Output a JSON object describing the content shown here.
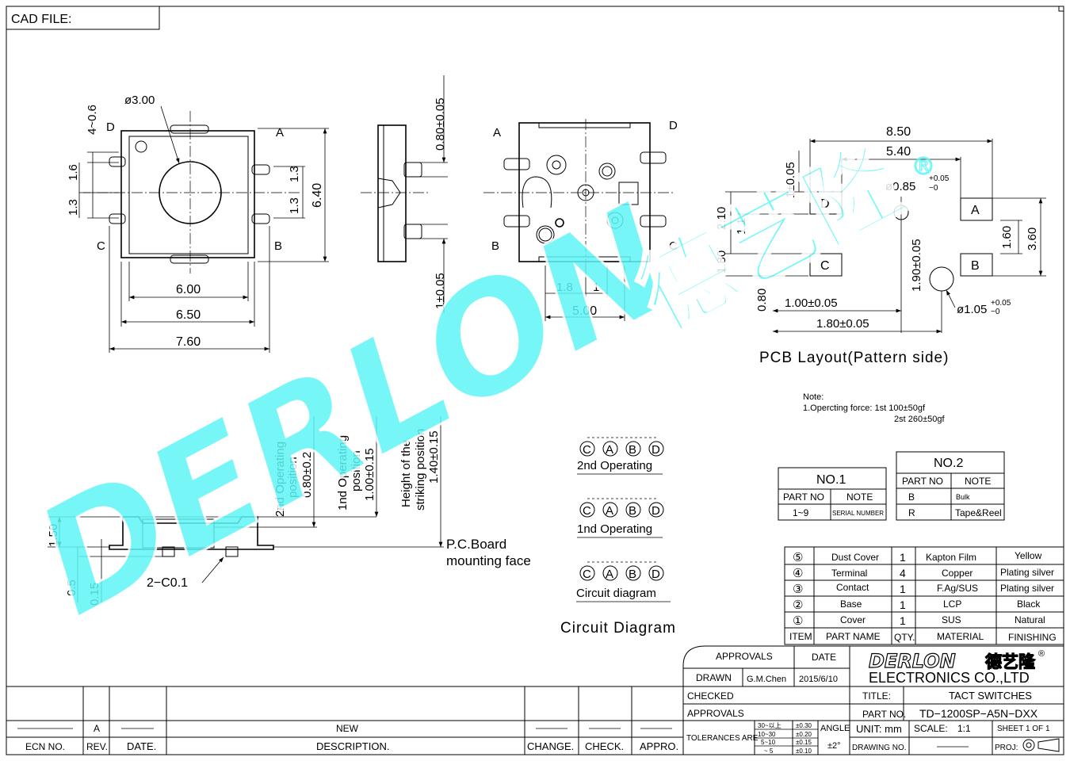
{
  "cad_label": "CAD FILE:",
  "watermark": {
    "latin": "DERLON",
    "cjk": "德艺隆",
    "reg": "®",
    "color": "#5ef5f5"
  },
  "top_view": {
    "dims": {
      "hole": "ø3.00",
      "span": "4~0.6",
      "d1": "1.6",
      "d2": "1.3",
      "d3": "1.3",
      "d4": "1.3",
      "height": "6.40",
      "w1": "6.00",
      "w2": "6.50",
      "w3": "7.60"
    },
    "pins": {
      "a": "A",
      "b": "B",
      "c": "C",
      "d": "D"
    }
  },
  "side_view": {
    "top": "0.80±0.05",
    "bottom": "1±0.05"
  },
  "bottom_view": {
    "pins": {
      "a": "A",
      "b": "B",
      "c": "C",
      "d": "D"
    },
    "d1": "1.8",
    "d2": "1",
    "w": "5.00"
  },
  "pcb": {
    "w1": "8.50",
    "w2": "5.40",
    "v1": "1±0.05",
    "h1": "2.10",
    "h2": "1.1",
    "h3": "1.80",
    "h4": "0.80",
    "hole_small": "ø0.85",
    "hole_small_tol": "+0.05",
    "hole_small_tol2": "−0",
    "v2": "1.90±0.05",
    "v3": "1.60",
    "v4": "3.60",
    "b1": "1.00±0.05",
    "b2": "1.80±0.05",
    "hole_big": "ø1.05",
    "hole_big_tol": "+0.05",
    "hole_big_tol2": "−0",
    "pads": {
      "a": "A",
      "b": "B",
      "c": "C",
      "d": "D"
    },
    "caption": "PCB Layout(Pattern side)"
  },
  "note": {
    "title": "Note:",
    "line1": "1.Opercting force: 1st 100±50gf",
    "line2": "2st 260±50gf"
  },
  "profile": {
    "h1": "1.50",
    "h2": "0.5",
    "h3": "0.15",
    "chamfer": "2−C0.1",
    "op2a": "2nd Operating",
    "op2b": "position",
    "op2c": "0.80±0.2",
    "op1a": "1nd Operating",
    "op1b": "position",
    "op1c": "1.00±0.15",
    "strike_a": "Height of the",
    "strike_b": "striking position",
    "strike_c": "1.40±0.15",
    "pcb_a": "P.C.Board",
    "pcb_b": "mounting face"
  },
  "circuit": {
    "pins": [
      "C",
      "A",
      "B",
      "D"
    ],
    "label1": "2nd Operating",
    "label2": "1nd Operating",
    "label3": "Circuit diagram",
    "caption": "Circuit Diagram"
  },
  "no1": {
    "title": "NO.1",
    "cols": [
      "PART NO",
      "NOTE"
    ],
    "rows": [
      [
        "1~9",
        "SERIAL NUMBER"
      ]
    ]
  },
  "no2": {
    "title": "NO.2",
    "cols": [
      "PART NO",
      "NOTE"
    ],
    "rows": [
      [
        "B",
        "Bulk"
      ],
      [
        "R",
        "Tape&Reel"
      ]
    ]
  },
  "bom": {
    "rows": [
      [
        "⑤",
        "Dust Cover",
        "1",
        "Kapton Film",
        "Yellow"
      ],
      [
        "④",
        "Terminal",
        "4",
        "Copper",
        "Plating silver"
      ],
      [
        "③",
        "Contact",
        "1",
        "F.Ag/SUS",
        "Plating silver"
      ],
      [
        "②",
        "Base",
        "1",
        "LCP",
        "Black"
      ],
      [
        "①",
        "Cover",
        "1",
        "SUS",
        "Natural"
      ]
    ],
    "header": [
      "ITEM",
      "PART NAME",
      "QTY.",
      "MATERIAL",
      "FINISHING"
    ]
  },
  "title_block": {
    "approvals": "APPROVALS",
    "date": "DATE",
    "drawn": "DRAWN",
    "drawn_by": "G.M.Chen",
    "drawn_date": "2015/6/10",
    "checked": "CHECKED",
    "approvals2": "APPROVALS",
    "company": "ELECTRONICS CO.,LTD",
    "title_label": "TITLE:",
    "title_value": "TACT SWITCHES",
    "part_label": "PART NO.",
    "part_value": "TD−1200SP−A5N−DXX",
    "tol_label": "TOLERANCES ARE",
    "tol_rows": [
      [
        "30~以上",
        "±0.30"
      ],
      [
        "10~30",
        "±0.20"
      ],
      [
        "5~10",
        "±0.15"
      ],
      [
        "~ 5",
        "±0.10"
      ]
    ],
    "angle_label": "ANGLE",
    "angle_value": "±2°",
    "unit": "UNIT: mm",
    "scale_label": "SCALE:",
    "scale_value": "1:1",
    "sheet": "SHEET  1 OF 1",
    "drawing_no": "DRAWING NO.",
    "proj": "PROJ:"
  },
  "revision": {
    "row": {
      "rev": "A",
      "desc": "NEW"
    },
    "header": [
      "ECN NO.",
      "REV.",
      "DATE.",
      "DESCRIPTION.",
      "CHANGE.",
      "CHECK.",
      "APPRO."
    ]
  }
}
